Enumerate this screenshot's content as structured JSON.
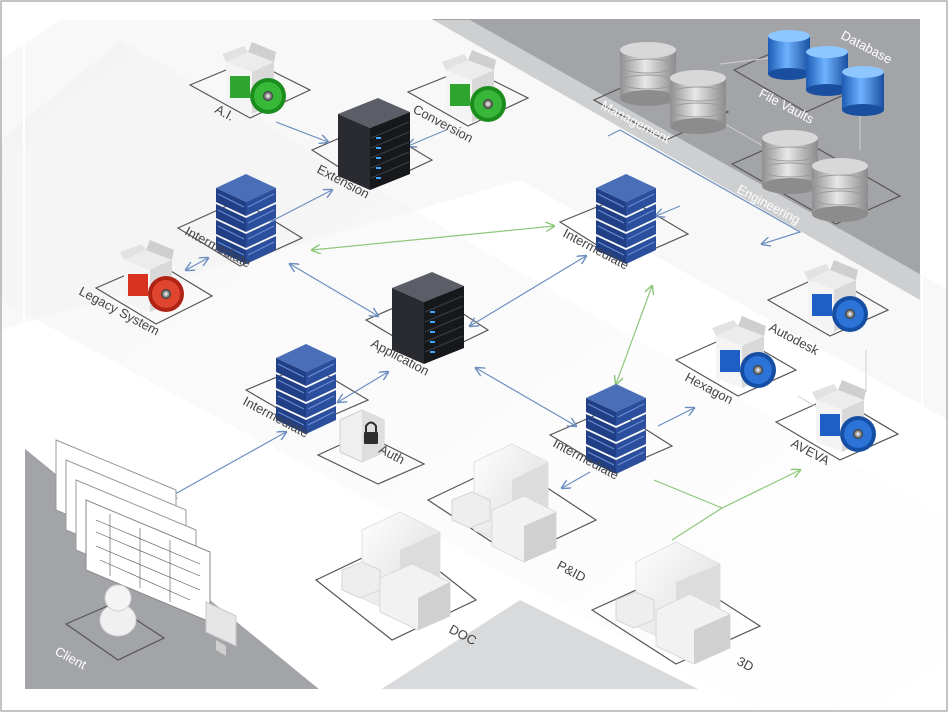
{
  "labels": {
    "database": "Database",
    "file_vaults": "File Vaults",
    "management": "Management",
    "engineering": "Engineering",
    "ai": "A.I.",
    "conversion": "Conversion",
    "extension": "Extension",
    "intermediate_left": "Intermediate",
    "legacy_system": "Legacy System",
    "intermediate_right": "Intermediate",
    "application": "Application",
    "intermediate_auth": "Intermediate",
    "auth": "Auth",
    "intermediate_bottom": "Intermediate",
    "hexagon": "Hexagon",
    "autodesk": "Autodesk",
    "aveva": "AVEVA",
    "pid": "P&ID",
    "doc": "DOC",
    "three_d": "3D",
    "client": "Client"
  },
  "colors": {
    "server_blue": "#1f3a7a",
    "server_blue_light": "#4a6fb8",
    "server_black": "#1e1e22",
    "box_green": "#2fa52f",
    "box_red": "#d9321e",
    "box_blue": "#1d5fc4",
    "db_gray": "#b4b4b4",
    "db_blue": "#3d8be0",
    "arrow_blue": "#6d8fbf",
    "arrow_green": "#8cc77a",
    "backdrop_gray": "#a2a4a8"
  },
  "icons": {
    "server_rack": "server-rack-icon",
    "blue_server": "blue-server-icon",
    "software_box": "software-box-icon",
    "database_cylinder": "database-cylinder-icon",
    "padlock": "padlock-icon",
    "person": "person-icon",
    "monitor": "monitor-icon",
    "document_sheet": "document-sheet-icon"
  }
}
